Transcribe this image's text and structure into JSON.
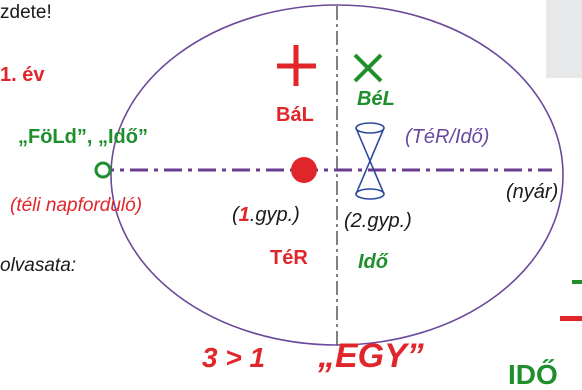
{
  "labels": {
    "top_left_fragment": "zdete!",
    "year": "1. év",
    "earth_time": "„FöLd”, „Idő”",
    "winter_solstice": "(téli napforduló)",
    "space_top": "BáL",
    "time_top": "BéL",
    "space_time": "(TéR/Idő)",
    "summer": "(nyár)",
    "gyp1_num": "1",
    "gyp1_rest": ".gyp.)",
    "gyp1_open": "(",
    "gyp2": "(2.gyp.)",
    "space_bottom": "TéR",
    "time_bottom": "Idő",
    "reading_fragment": "olvasata:",
    "inequality": "3 > 1",
    "one": "„EGY”",
    "bottom_right_fragment": "IDŐ"
  },
  "colors": {
    "red": "#e0262a",
    "green": "#1f8f2e",
    "purple": "#6a4aa0",
    "ellipse": "#6b4a9a",
    "panel": "#e6e8ea"
  }
}
